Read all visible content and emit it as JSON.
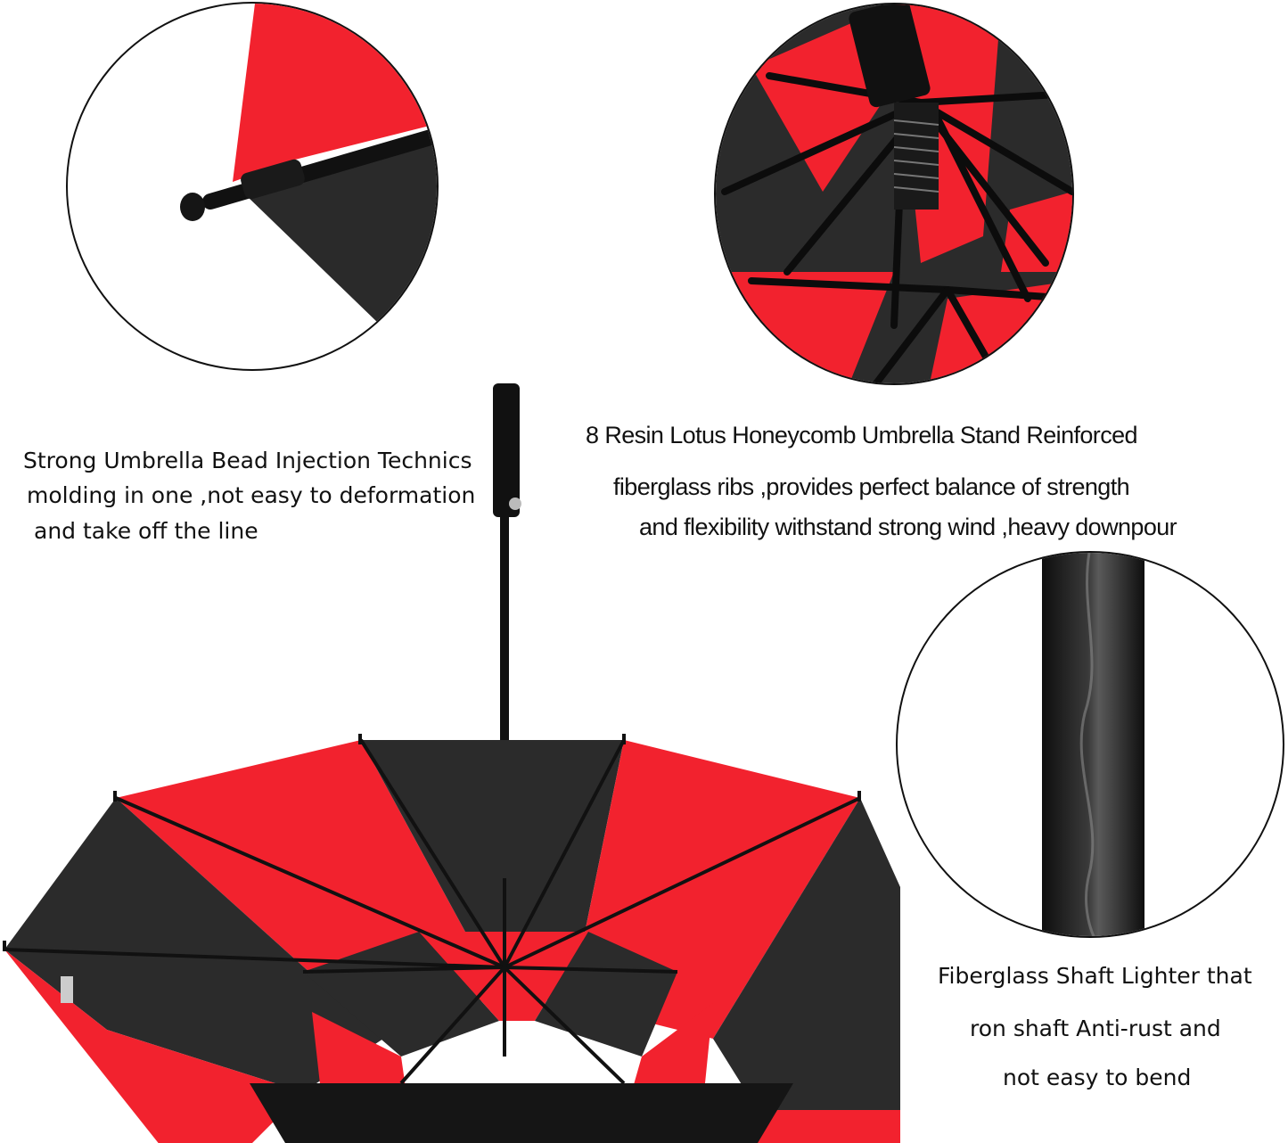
{
  "colors": {
    "accent_red": "#f2222e",
    "fabric_black": "#2b2b2b",
    "frame_black": "#111111",
    "background": "#ffffff"
  },
  "detail_circles": [
    {
      "id": "rib-tip-bead",
      "subject": "umbrella-bead-tip-icon"
    },
    {
      "id": "lotus-stand-frame",
      "subject": "rib-frame-icon"
    },
    {
      "id": "fiberglass-shaft",
      "subject": "shaft-closeup-icon"
    }
  ],
  "captions": {
    "bead": {
      "lines": [
        "Strong Umbrella Bead Injection Technics",
        "molding in one ,not easy to deformation",
        "and take off the line"
      ]
    },
    "frame": {
      "lines": [
        "8 Resin Lotus Honeycomb Umbrella Stand Reinforced",
        "fiberglass ribs ,provides perfect balance of strength",
        "and flexibility withstand strong wind ,heavy downpour"
      ]
    },
    "shaft": {
      "lines": [
        "Fiberglass Shaft Lighter that",
        "ron shaft Anti-rust and",
        "not easy to bend"
      ]
    }
  },
  "product": {
    "name": "umbrella-open-underside",
    "panel_colors": [
      "red",
      "black",
      "red",
      "black",
      "red",
      "black",
      "red",
      "black"
    ]
  }
}
